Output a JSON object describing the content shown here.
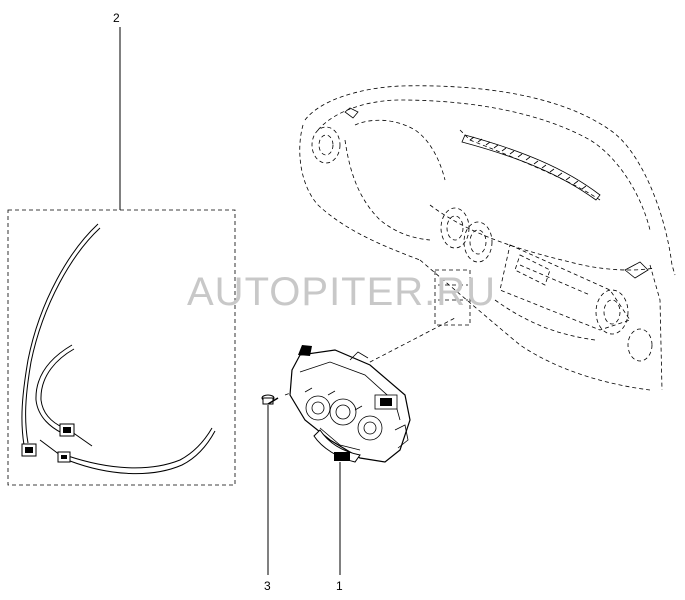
{
  "diagram": {
    "callouts": {
      "part_1": "1",
      "part_2": "2",
      "part_3": "3"
    },
    "watermark": "AUTOPITER.RU"
  }
}
